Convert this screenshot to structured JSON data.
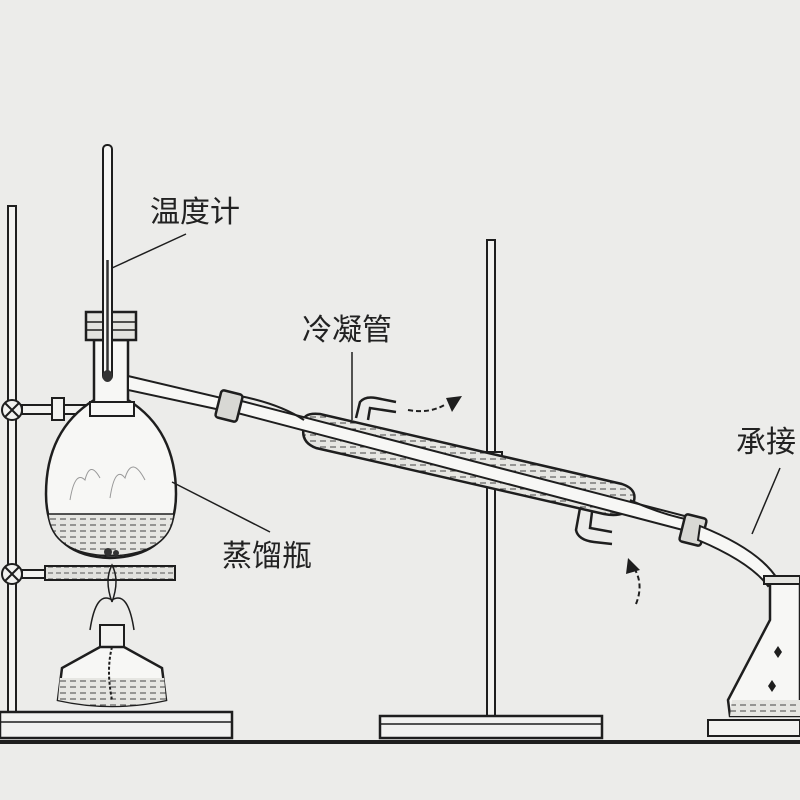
{
  "labels": {
    "thermometer": "温度计",
    "condenser": "冷凝管",
    "distilling_flask": "蒸馏瓶",
    "receiver": "承接"
  },
  "colors": {
    "background": "#ececea",
    "line": "#1e1e1e",
    "glass_fill": "#f7f7f5",
    "liquid": "#d4d4d0"
  }
}
